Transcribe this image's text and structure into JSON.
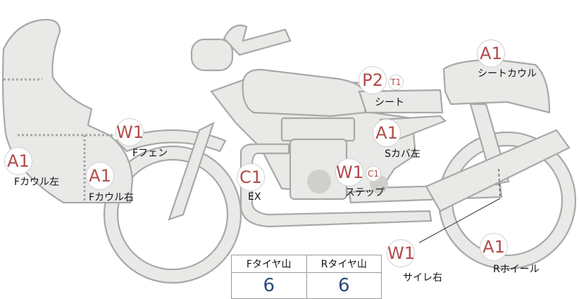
{
  "marks": [
    {
      "id": "f-cowl-left",
      "code": "A1",
      "label": "Fカウル左"
    },
    {
      "id": "f-cowl-right",
      "code": "A1",
      "label": "Fカウル右"
    },
    {
      "id": "f-fender",
      "code": "W1",
      "label": "Fフェン"
    },
    {
      "id": "exhaust",
      "code": "C1",
      "label": "EX"
    },
    {
      "id": "step",
      "code": "W1",
      "sub": "C1",
      "label": "ステップ"
    },
    {
      "id": "seat",
      "code": "P2",
      "sub": "T1",
      "label": "シート"
    },
    {
      "id": "side-cover-left",
      "code": "A1",
      "label": "Sカバ左"
    },
    {
      "id": "seat-cowl",
      "code": "A1",
      "label": "シートカウル"
    },
    {
      "id": "silencer-right",
      "code": "W1",
      "label": "サイレ右"
    },
    {
      "id": "r-wheel",
      "code": "A1",
      "label": "Rホイール"
    }
  ],
  "tread": {
    "front_label": "Fタイヤ山",
    "rear_label": "Rタイヤ山",
    "front_value": "6",
    "rear_value": "6"
  },
  "colors": {
    "mark_text": "#b24a4a",
    "tread_value": "#2b4a78",
    "part_fill": "#e9e9e7",
    "part_stroke": "#a8a8a6"
  }
}
